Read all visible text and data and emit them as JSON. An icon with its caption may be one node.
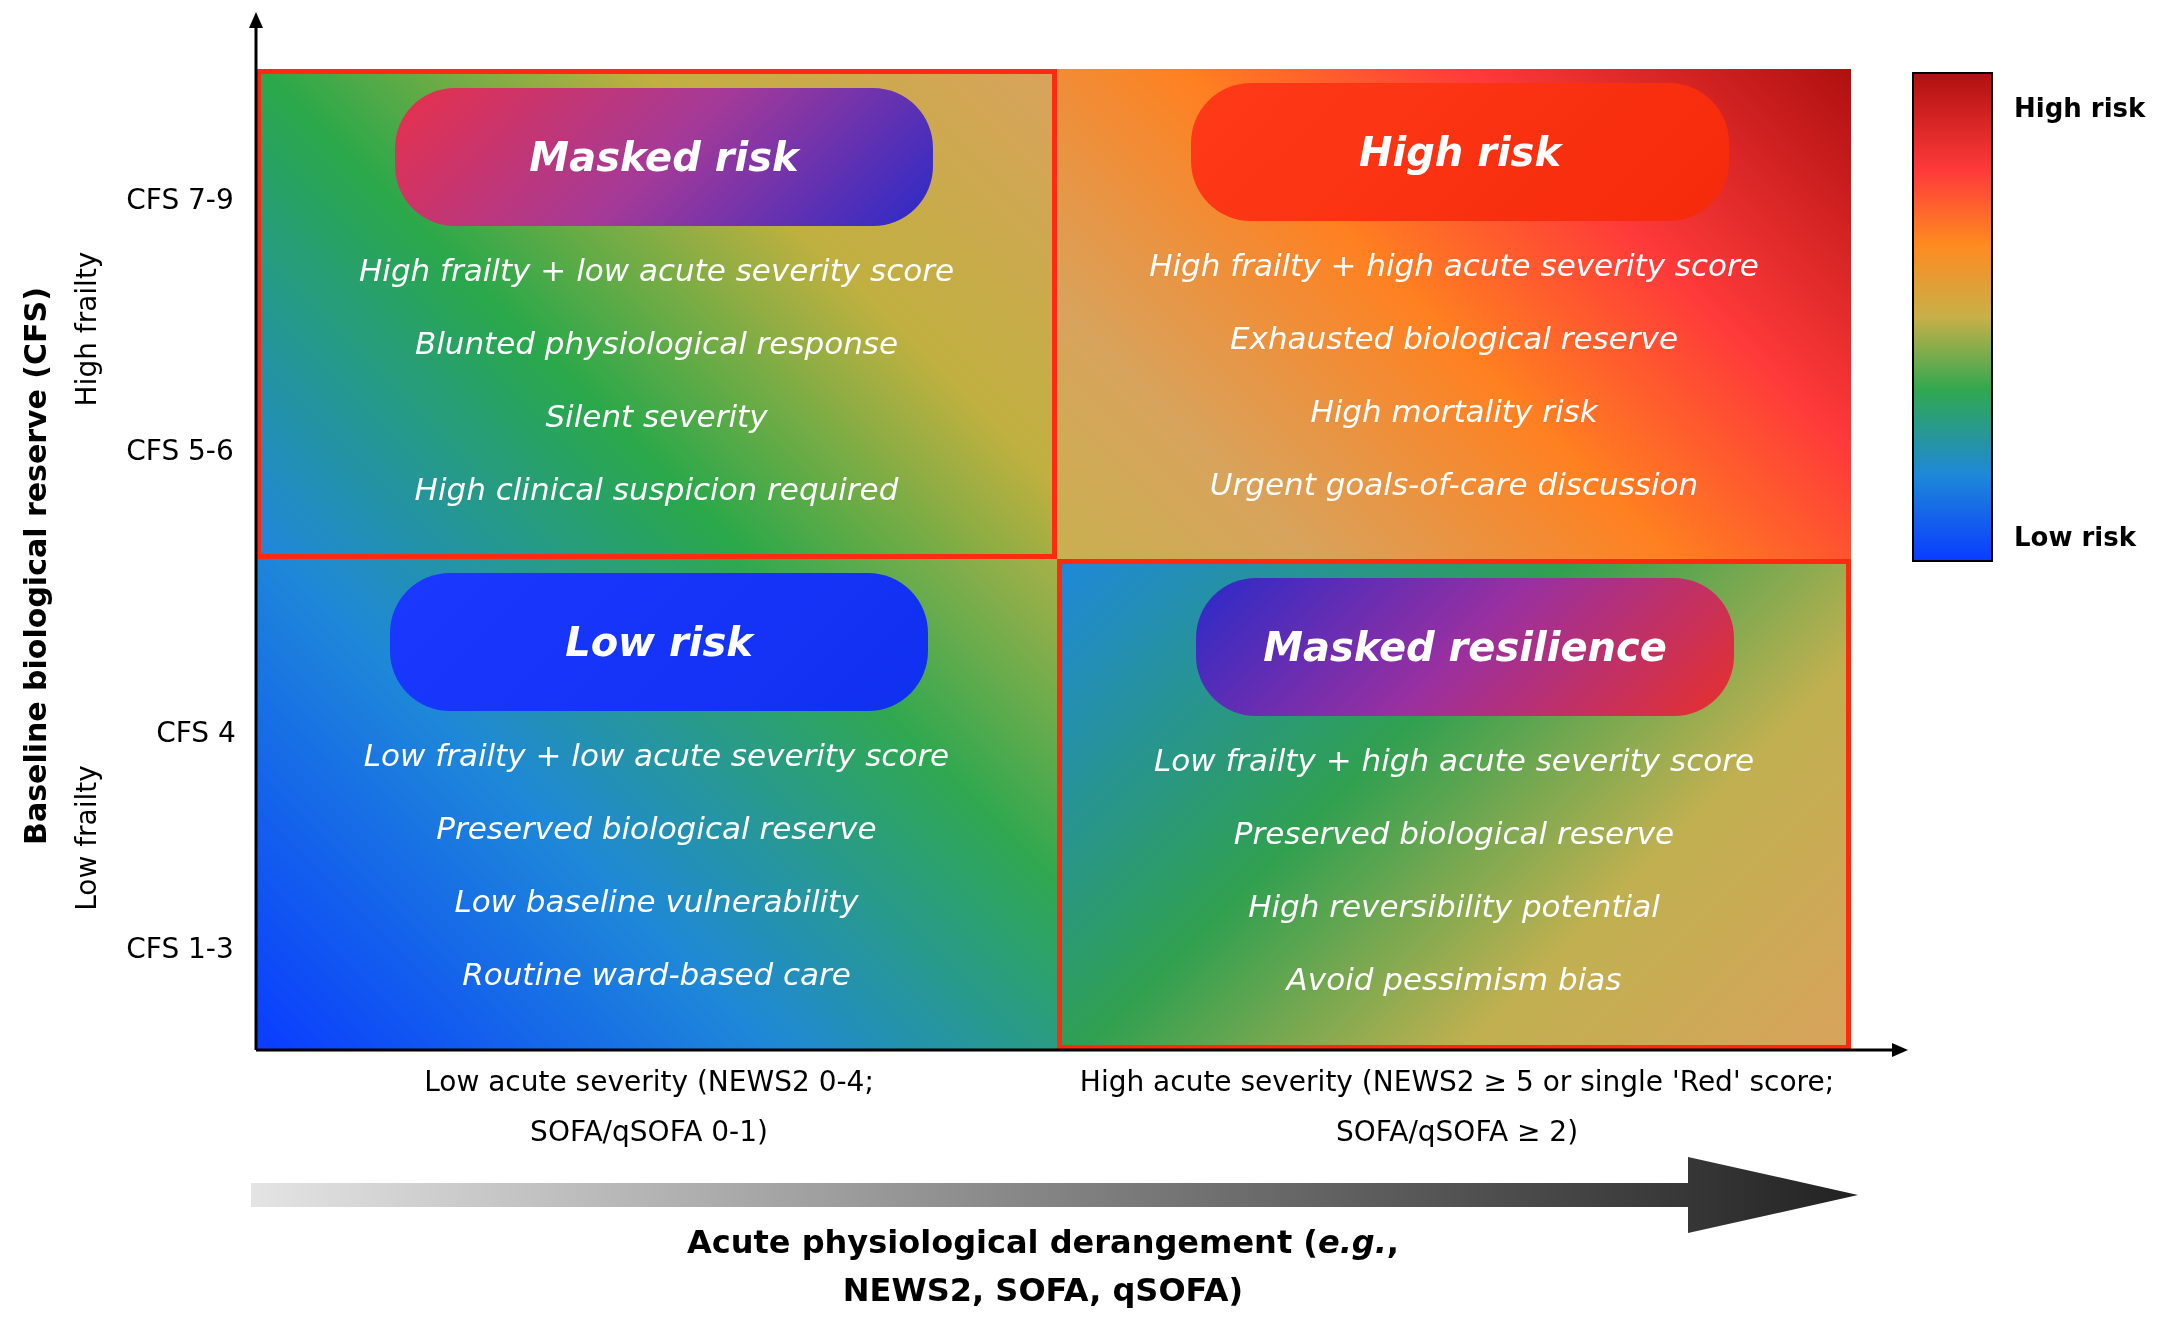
{
  "diagram": {
    "nodes": [
      {
        "text": [
          "High frailty + low acute severity score",
          "Blunted physiological response",
          "Silent severity",
          "High clinical suspicion required"
        ]
      },
      {
        "text": [
          "Masked risk"
        ],
        "in": 0
      },
      {
        "text": [
          "High frailty + high acute severity score",
          "Exhausted biological reserve",
          "High mortality risk",
          "Urgent goals-of-care discussion"
        ]
      },
      {
        "text": [
          "High risk"
        ],
        "in": 2
      },
      {
        "text": [
          "Low frailty + low acute severity score",
          "Preserved biological reserve",
          "Low baseline vulnerability",
          "Routine ward-based care"
        ]
      },
      {
        "text": [
          "Low risk"
        ],
        "in": 4
      },
      {
        "text": [
          "Low frailty + high acute severity score",
          "Preserved biological reserve",
          "High reversibility potential",
          "Avoid pessimism bias"
        ]
      },
      {
        "text": [
          "Masked resilience"
        ],
        "in": 6
      }
    ],
    "labels": [
      "Baseline biological reserve (CFS)",
      "High frailty",
      "Low frailty",
      "CFS 7-9",
      "CFS 5-6",
      "CFS 4",
      "CFS 1-3",
      "Low acute severity (NEWS2 0-4; SOFA/qSOFA 0-1)",
      "High acute severity (NEWS2 ≥ 5 or single 'Red' score; SOFA/qSOFA ≥ 2)",
      "Acute physiological derangement (*e.g.*, NEWS2, SOFA, qSOFA)"
    ],
    "legend": [
      {
        "text": "High risk",
        "color": "#b01010"
      },
      {
        "text": "Low risk",
        "color": "#0a3cff"
      }
    ]
  }
}
